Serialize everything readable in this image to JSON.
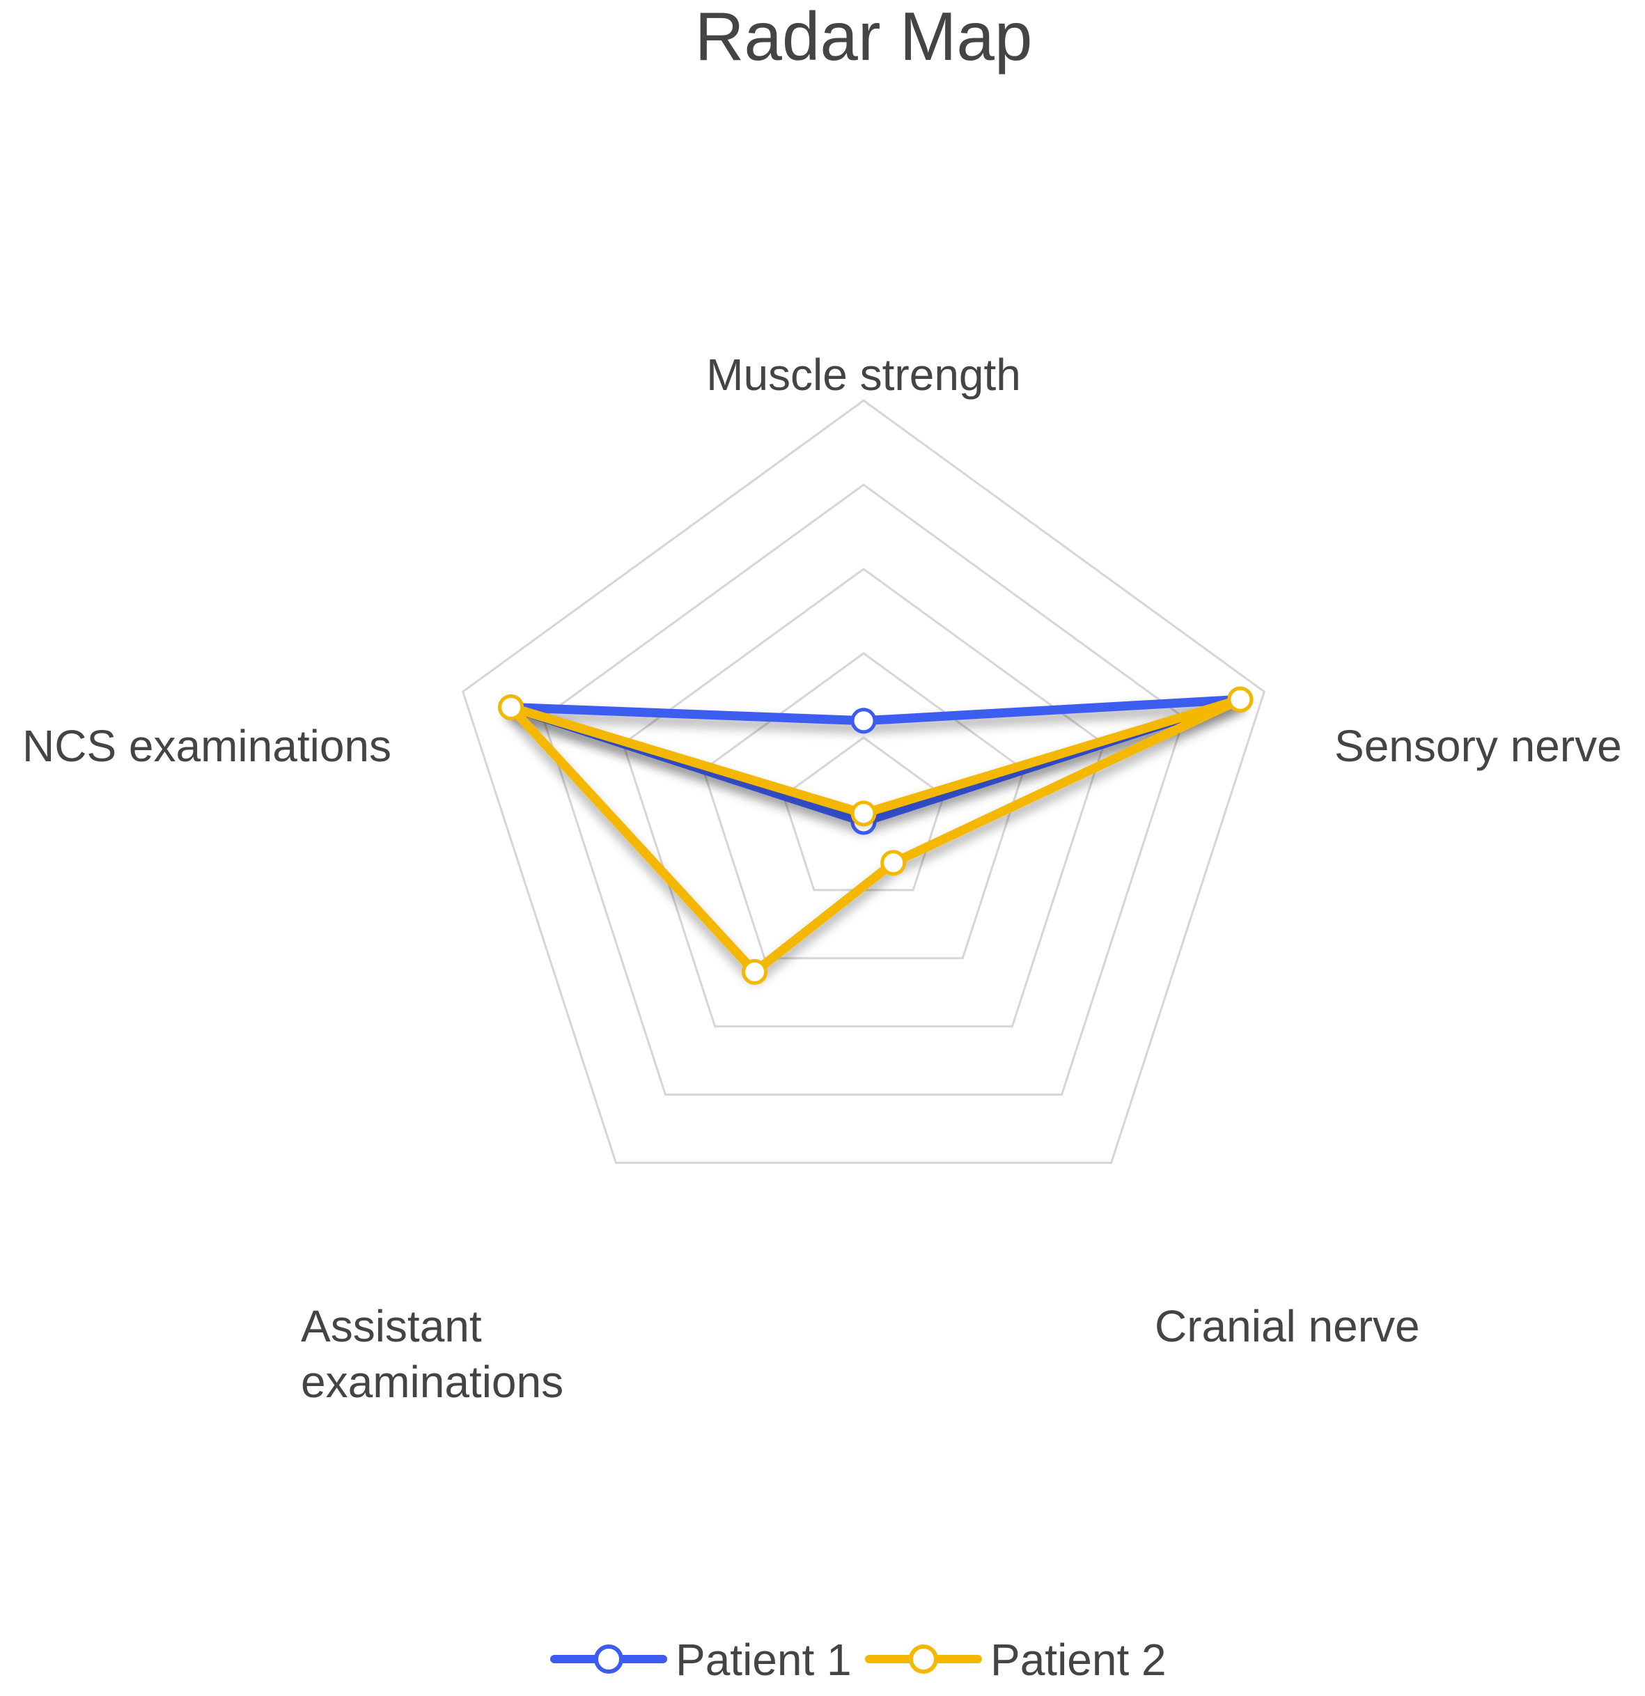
{
  "chart_data": {
    "type": "radar",
    "title": "Radar Map",
    "axes": [
      "Muscle strength",
      "Sensory nerve",
      "Cranial nerve",
      "Assistant examinations",
      "NCS examinations"
    ],
    "rmax": 5,
    "grid_levels": 5,
    "grid": true,
    "legend_position": "bottom-center",
    "series": [
      {
        "name": "Patient 1",
        "color": "#3d5bf0",
        "values": [
          1.2,
          4.7,
          0,
          0,
          4.4
        ]
      },
      {
        "name": "Patient 2",
        "color": "#f5b800",
        "values": [
          0.1,
          4.7,
          0.6,
          2.2,
          4.4
        ]
      }
    ]
  }
}
